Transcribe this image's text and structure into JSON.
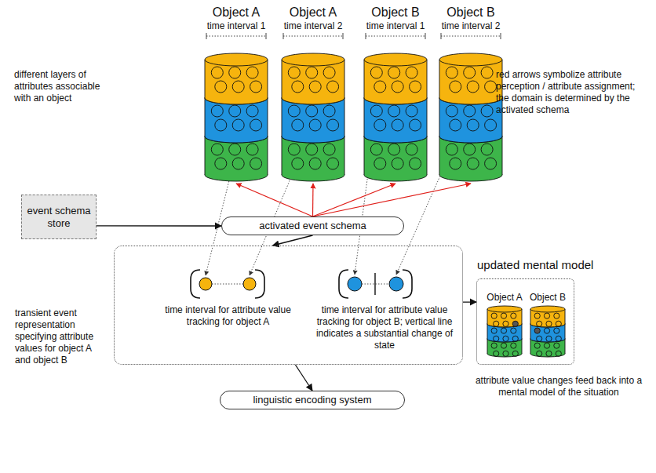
{
  "diagram": {
    "nodes": [
      {
        "text": [
          "Object A",
          "time interval 1"
        ]
      },
      {
        "text": [
          "Object A",
          "time interval 2"
        ]
      },
      {
        "text": [
          "Object B",
          "time interval 1"
        ]
      },
      {
        "text": [
          "Object B",
          "time interval 2"
        ]
      },
      {
        "text": [
          "event schema store"
        ]
      },
      {
        "text": [
          "activated event schema"
        ]
      },
      {
        "text": [
          "transient event representation specifying attribute values for object A and object B"
        ]
      },
      {
        "text": [
          "linguistic encoding system"
        ]
      },
      {
        "text": [
          "updated mental model"
        ]
      },
      {
        "text": [
          "Object A"
        ],
        "in": 8
      },
      {
        "text": [
          "Object B"
        ],
        "in": 8
      }
    ],
    "edges": [
      {
        "from": 4,
        "to": 5,
        "arrow": "to"
      },
      {
        "from": 5,
        "to": 0,
        "arrow": "to"
      },
      {
        "from": 5,
        "to": 1,
        "arrow": "to"
      },
      {
        "from": 5,
        "to": 2,
        "arrow": "to"
      },
      {
        "from": 5,
        "to": 3,
        "arrow": "to"
      },
      {
        "from": 5,
        "to": 6,
        "arrow": "to"
      },
      {
        "from": 6,
        "to": 7,
        "arrow": "to"
      },
      {
        "from": 6,
        "to": 8,
        "arrow": "to"
      }
    ],
    "labels": [
      "different layers of attributes associable with an object",
      "red arrows symbolize attribute perception / attribute assignment; the domain is determined by the activated schema",
      "time interval for attribute value tracking for object A",
      "time interval for attribute value tracking for object B; vertical line indicates a substantial change of state",
      "attribute value changes feed back into a mental model of the situation"
    ]
  }
}
